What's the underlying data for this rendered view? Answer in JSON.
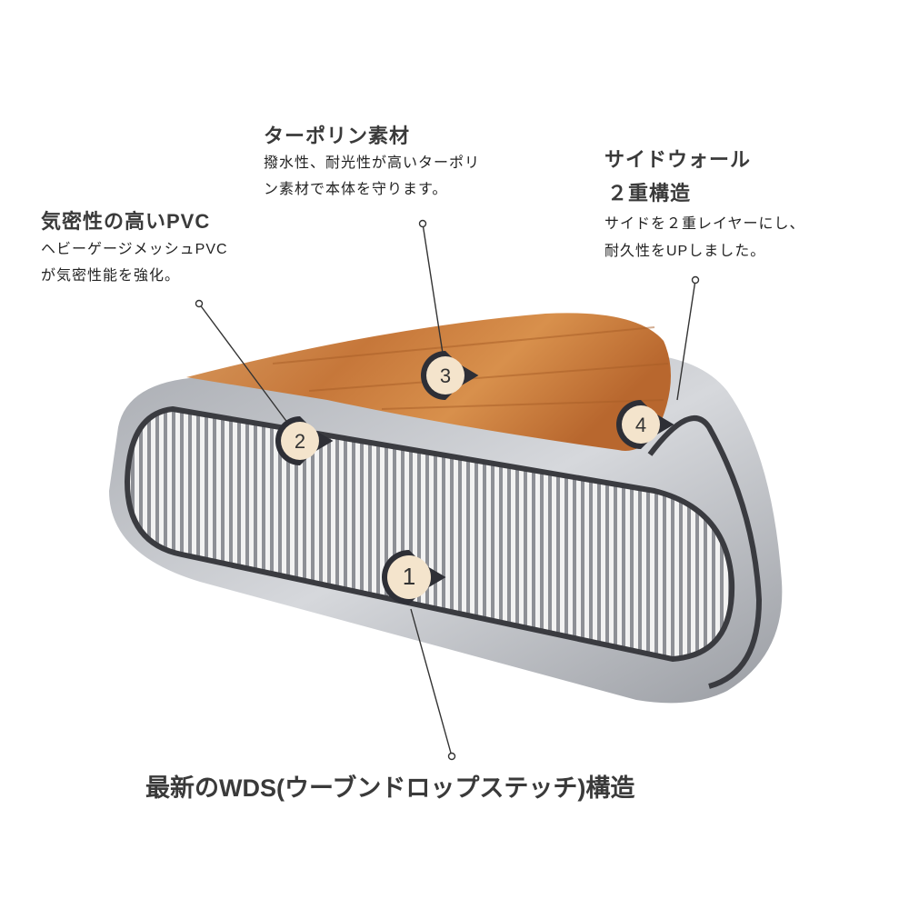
{
  "callouts": [
    {
      "number": "1",
      "title": "最新のWDS(ウーブンドロップステッチ)構造"
    },
    {
      "number": "2",
      "title": "気密性の高いPVC",
      "lines": [
        "ヘビーゲージメッシュPVC",
        "が気密性能を強化。"
      ]
    },
    {
      "number": "3",
      "title": "ターポリン素材",
      "lines": [
        "撥水性、耐光性が高いターポリ",
        "ン素材で本体を守ります。"
      ]
    },
    {
      "number": "4",
      "title_lines": [
        "サイドウォール",
        "２重構造"
      ],
      "lines": [
        "サイドを２重レイヤーにし、",
        "耐久性をUPしました。"
      ]
    }
  ],
  "colors": {
    "marker_ring": "#2e2f36",
    "marker_fill": "#f4e4cc",
    "wood": "#c8793a",
    "mesh": "#b9bcc2"
  }
}
